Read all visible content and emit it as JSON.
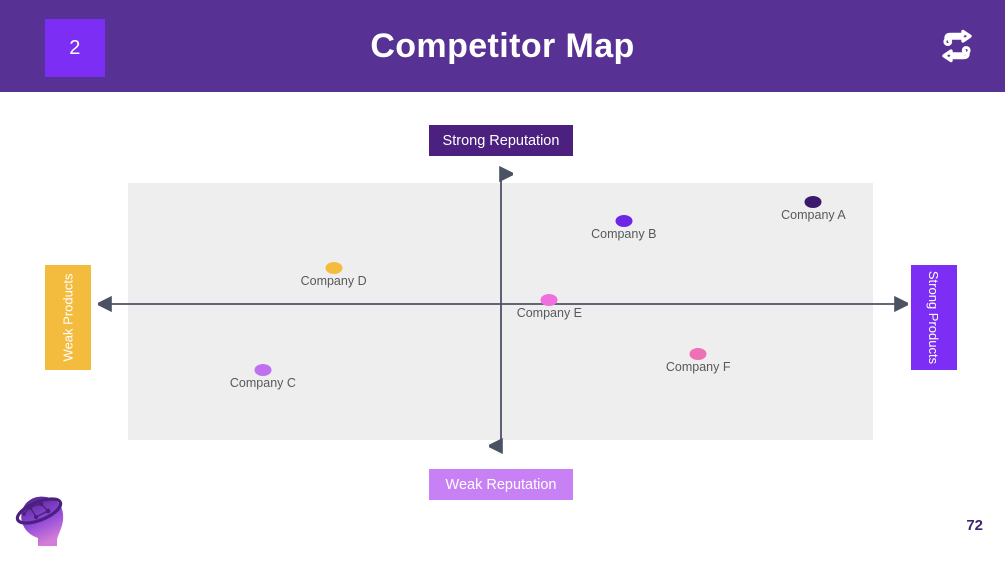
{
  "header": {
    "slide_number": "2",
    "title": "Competitor Map",
    "icon": "sync-arrows-icon",
    "bar_color": "#573193",
    "badge_color": "#7c2ef5"
  },
  "footer": {
    "page_number": "72",
    "page_number_color": "#3f2471",
    "logo": "brain-head-network-logo"
  },
  "chart_data": {
    "type": "scatter",
    "title": "Competitor Map",
    "xlabel": "",
    "ylabel": "",
    "xlim": [
      -100,
      100
    ],
    "ylim": [
      -100,
      100
    ],
    "grid": false,
    "legend": "none",
    "axis_labels": {
      "top": "Strong Reputation",
      "bottom": "Weak Reputation",
      "left": "Weak Products",
      "right": "Strong Products"
    },
    "axis_label_colors": {
      "top": "#4b207e",
      "bottom": "#c880f5",
      "left": "#f3bc3f",
      "right": "#7c2ef5"
    },
    "plot_background": "#eeeeee",
    "axis_color": "#4b5263",
    "points": [
      {
        "name": "Company A",
        "x": 84,
        "y": 86,
        "color": "#3b1a6e"
      },
      {
        "name": "Company B",
        "x": 33,
        "y": 71,
        "color": "#6f25e8"
      },
      {
        "name": "Company C",
        "x": -64,
        "y": -45,
        "color": "#c070ef"
      },
      {
        "name": "Company D",
        "x": -45,
        "y": 34,
        "color": "#f3bc3f"
      },
      {
        "name": "Company E",
        "x": 13,
        "y": 9,
        "color": "#ef6fe0"
      },
      {
        "name": "Company F",
        "x": 53,
        "y": -33,
        "color": "#ef71b5"
      }
    ]
  }
}
